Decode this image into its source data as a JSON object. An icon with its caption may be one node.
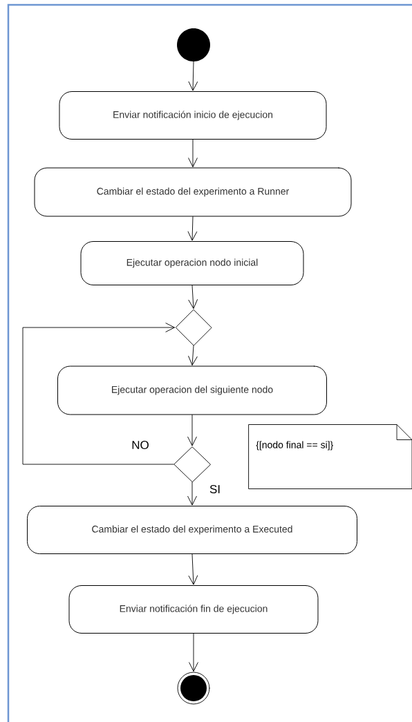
{
  "diagram": {
    "nodes": [
      {
        "text": [],
        "shape": "circle"
      },
      {
        "text": [
          "Enviar notificación inicio de ejecucion"
        ]
      },
      {
        "text": [
          "Cambiar el estado del experimento a Runner"
        ]
      },
      {
        "text": [
          "Ejecutar operacion nodo inicial"
        ]
      },
      {
        "text": [],
        "shape": "diamond"
      },
      {
        "text": [
          "Ejecutar operacion del siguiente nodo"
        ]
      },
      {
        "text": [],
        "shape": "diamond"
      },
      {
        "text": [
          "Cambiar el estado del experimento a Executed"
        ]
      },
      {
        "text": [
          "Enviar notificación fin de ejecucion"
        ]
      },
      {
        "text": [],
        "shape": "circle"
      },
      {
        "text": [
          "{[nodo final == si]}"
        ]
      }
    ],
    "edges": [
      {
        "from": 0,
        "to": 1,
        "arrow": "to"
      },
      {
        "from": 1,
        "to": 2,
        "arrow": "to"
      },
      {
        "from": 2,
        "to": 3,
        "arrow": "to"
      },
      {
        "from": 3,
        "to": 4,
        "arrow": "to"
      },
      {
        "from": 4,
        "to": 5,
        "arrow": "to"
      },
      {
        "from": 5,
        "to": 6,
        "arrow": "to"
      },
      {
        "from": 6,
        "to": 4,
        "arrow": "to",
        "label": "NO"
      },
      {
        "from": 6,
        "to": 7,
        "arrow": "to",
        "label": "SI"
      },
      {
        "from": 7,
        "to": 8,
        "arrow": "to"
      },
      {
        "from": 8,
        "to": 9,
        "arrow": "to"
      }
    ]
  }
}
